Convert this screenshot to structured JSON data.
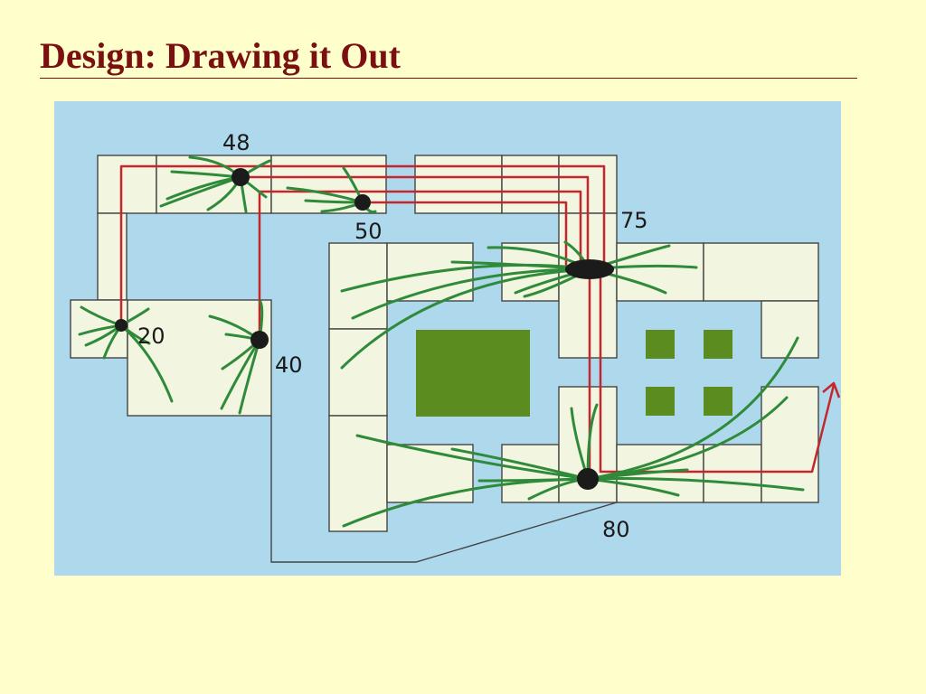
{
  "slide": {
    "title": "Design: Drawing it Out"
  },
  "colors": {
    "background": "#ffffcc",
    "title": "#7b1010",
    "drawing_bg": "#aed8ec",
    "room_fill": "#f2f5df",
    "room_stroke": "#444444",
    "flow_line": "#c4262e",
    "radial_stroke": "#2f8a3a",
    "node_fill": "#1b1b1b",
    "garden_fill": "#5b8c1f"
  },
  "nodes": [
    {
      "id": "node-48",
      "label": "48"
    },
    {
      "id": "node-50",
      "label": "50"
    },
    {
      "id": "node-75",
      "label": "75"
    },
    {
      "id": "node-20",
      "label": "20"
    },
    {
      "id": "node-40",
      "label": "40"
    },
    {
      "id": "node-80",
      "label": "80"
    }
  ]
}
